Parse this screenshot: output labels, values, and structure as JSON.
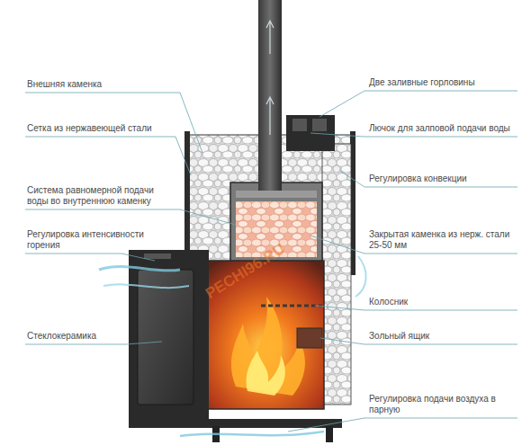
{
  "diagram": {
    "labels": [
      "Внешняя каменка",
      "Сетка из нержавеющей стали",
      "Система равномерной подачи воды во внутреннюю каменку",
      "Регулировка интенсивности горения",
      "Стеклокерамика",
      "Две заливные горловины",
      "Лючок для залповой подачи воды",
      "Регулировка конвекции",
      "Закрытая каменка из нерж. стали 25-50 мм",
      "Колосник",
      "Зольный ящик",
      "Регулировка подачи воздуха в парную",
      "PECHI96.RU"
    ]
  }
}
